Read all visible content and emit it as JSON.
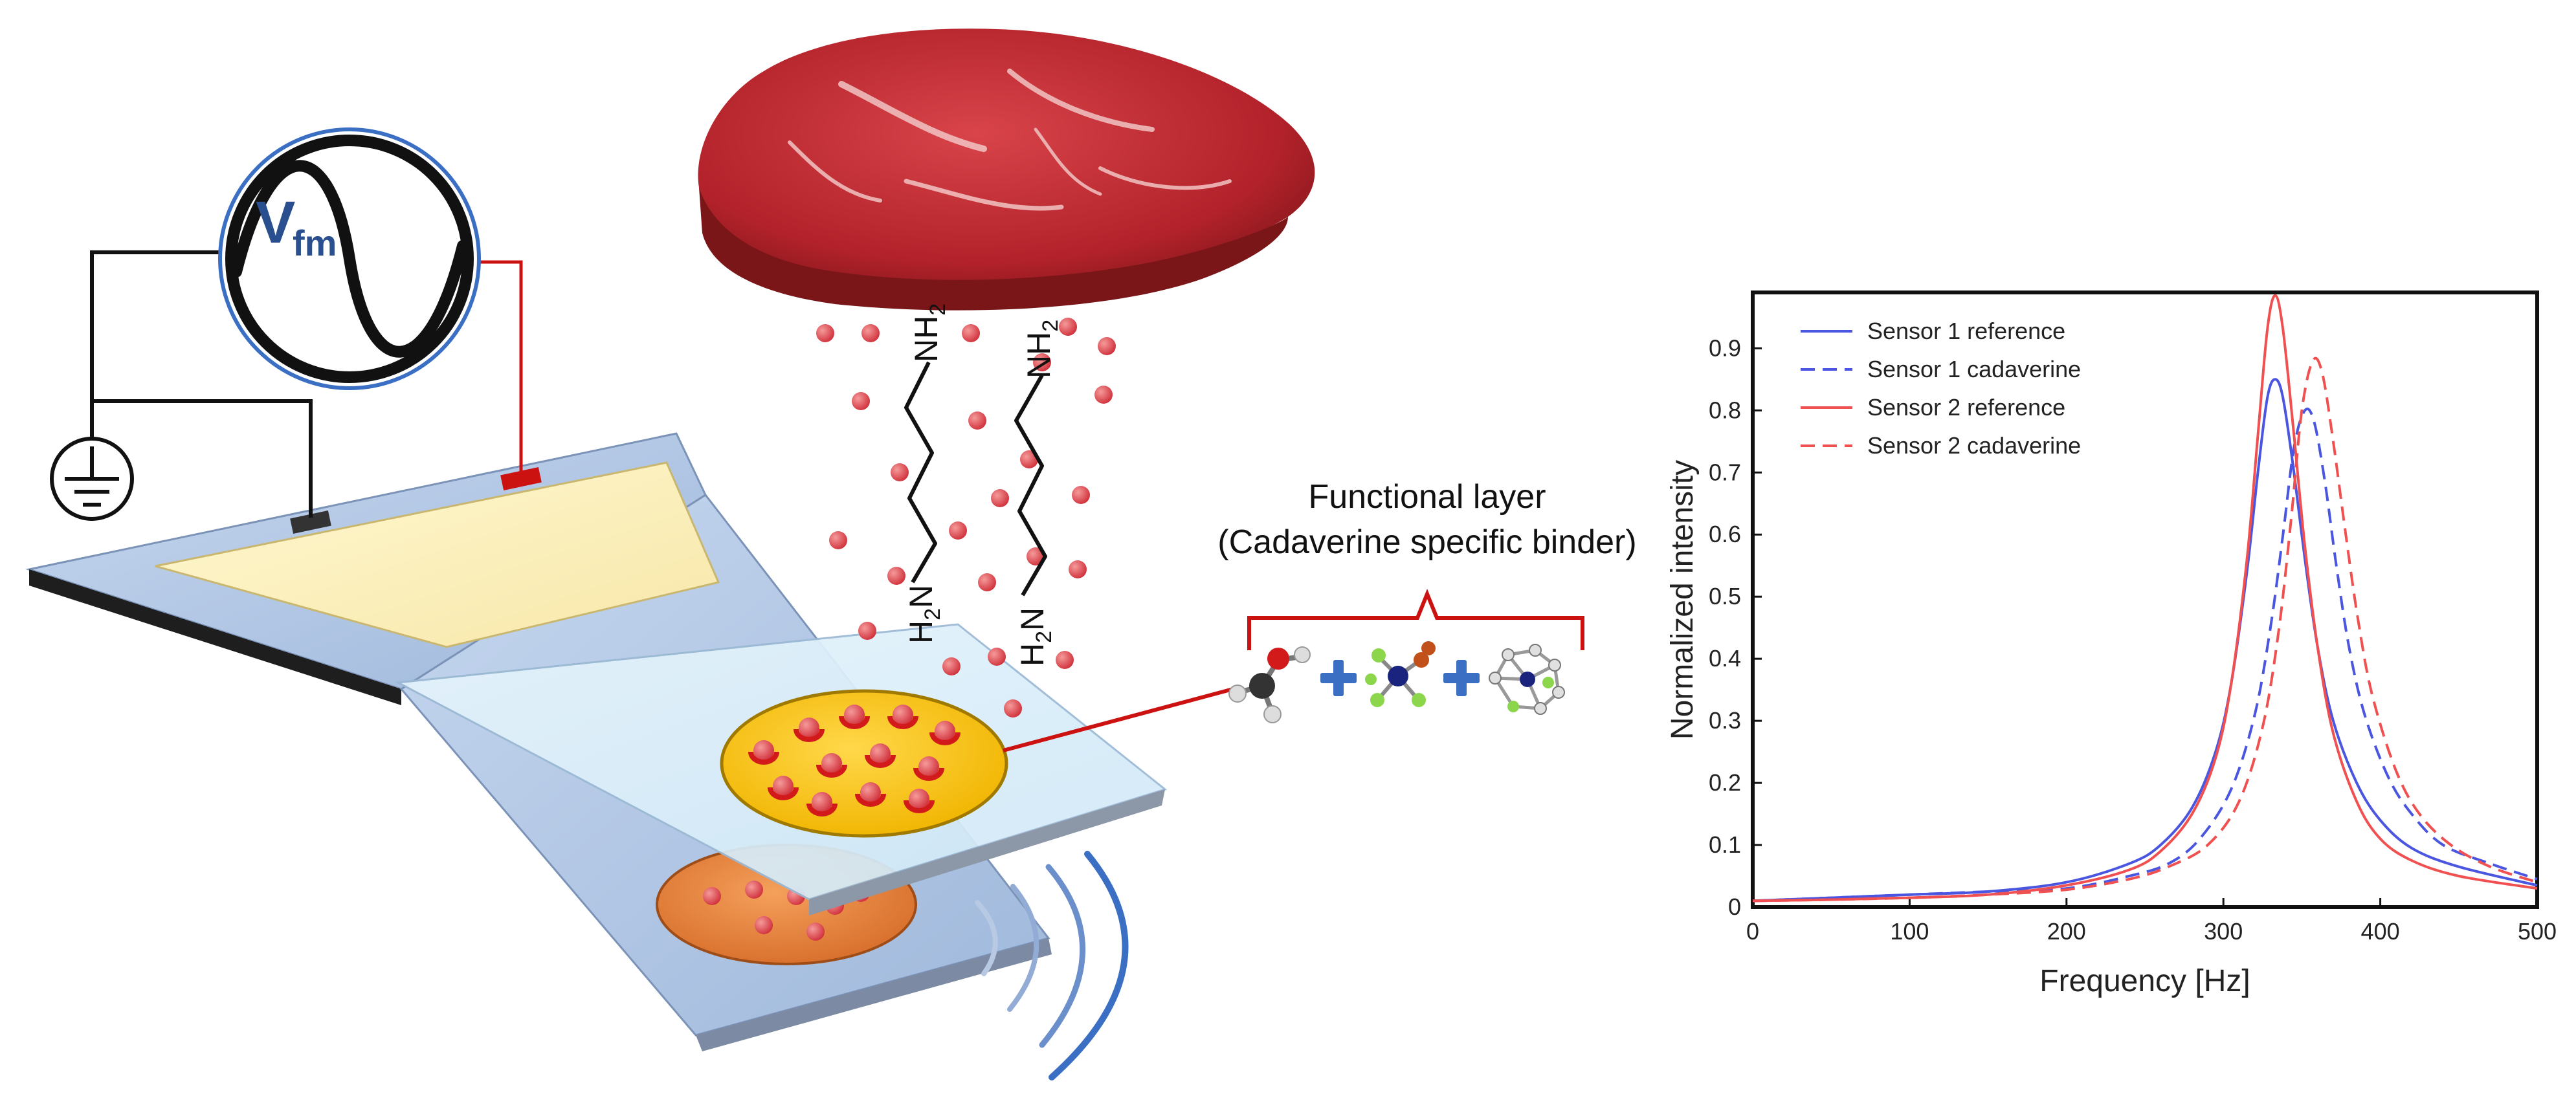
{
  "source": {
    "symbol": "V",
    "subscript": "fm"
  },
  "chemistry": {
    "amine_top_1": "NH",
    "amine_top_1_sub": "2",
    "amine_top_2": "NH",
    "amine_top_2_sub": "2",
    "amine_bottom_1_a": "H",
    "amine_bottom_1_sub": "2",
    "amine_bottom_1_b": "N",
    "amine_bottom_2_a": "H",
    "amine_bottom_2_sub": "2",
    "amine_bottom_2_b": "N"
  },
  "functional_layer": {
    "title": "Functional layer",
    "subtitle": "(Cadaverine specific binder)"
  },
  "colors": {
    "sensor1": "#4a55e0",
    "sensor2": "#f05050",
    "meat": "#b8232a",
    "droplet": "#e0414a",
    "wire_red": "#cc1111",
    "source_ring": "#3b6fc4",
    "plus": "#3b6fc4"
  },
  "chart_data": {
    "type": "line",
    "xlabel": "Frequency [Hz]",
    "ylabel": "Normalized intensity",
    "xlim": [
      0,
      500
    ],
    "ylim": [
      0,
      0.99
    ],
    "xticks": [
      0,
      100,
      200,
      300,
      400,
      500
    ],
    "yticks": [
      0,
      0.1,
      0.2,
      0.3,
      0.4,
      0.5,
      0.6,
      0.7,
      0.8,
      0.9
    ],
    "yticklabels": [
      "0",
      "0.1",
      "0.2",
      "0.3",
      "0.4",
      "0.5",
      "0.6",
      "0.7",
      "0.8",
      "0.9"
    ],
    "grid": false,
    "legend_position": "top-left",
    "series": [
      {
        "name": "Sensor 1 reference",
        "color": "#4a55e0",
        "dash": false,
        "x": [
          0,
          50,
          100,
          150,
          200,
          240,
          260,
          280,
          295,
          305,
          315,
          322,
          328,
          333,
          338,
          345,
          352,
          360,
          370,
          385,
          400,
          420,
          450,
          500
        ],
        "y": [
          0.01,
          0.015,
          0.02,
          0.025,
          0.04,
          0.07,
          0.1,
          0.16,
          0.25,
          0.36,
          0.54,
          0.7,
          0.82,
          0.85,
          0.82,
          0.7,
          0.56,
          0.42,
          0.3,
          0.2,
          0.14,
          0.095,
          0.065,
          0.035
        ]
      },
      {
        "name": "Sensor 1 cadaverine",
        "color": "#4a55e0",
        "dash": true,
        "x": [
          0,
          50,
          100,
          150,
          200,
          240,
          265,
          285,
          305,
          320,
          330,
          338,
          345,
          352,
          358,
          365,
          372,
          380,
          390,
          405,
          420,
          440,
          470,
          500
        ],
        "y": [
          0.01,
          0.015,
          0.02,
          0.025,
          0.03,
          0.05,
          0.07,
          0.11,
          0.19,
          0.31,
          0.45,
          0.6,
          0.74,
          0.8,
          0.78,
          0.68,
          0.55,
          0.42,
          0.31,
          0.21,
          0.15,
          0.1,
          0.07,
          0.045
        ]
      },
      {
        "name": "Sensor 2 reference",
        "color": "#f05050",
        "dash": false,
        "x": [
          0,
          50,
          100,
          150,
          200,
          240,
          260,
          280,
          295,
          305,
          315,
          322,
          328,
          333,
          338,
          345,
          352,
          360,
          370,
          385,
          400,
          420,
          450,
          500
        ],
        "y": [
          0.01,
          0.012,
          0.015,
          0.02,
          0.035,
          0.06,
          0.09,
          0.15,
          0.24,
          0.36,
          0.56,
          0.76,
          0.93,
          0.985,
          0.93,
          0.76,
          0.58,
          0.42,
          0.28,
          0.17,
          0.11,
          0.075,
          0.05,
          0.03
        ]
      },
      {
        "name": "Sensor 2 cadaverine",
        "color": "#f05050",
        "dash": true,
        "x": [
          0,
          50,
          100,
          150,
          200,
          240,
          265,
          290,
          310,
          325,
          335,
          343,
          350,
          357,
          363,
          370,
          378,
          386,
          395,
          410,
          425,
          445,
          470,
          500
        ],
        "y": [
          0.01,
          0.012,
          0.015,
          0.02,
          0.028,
          0.045,
          0.065,
          0.1,
          0.17,
          0.29,
          0.44,
          0.62,
          0.8,
          0.88,
          0.86,
          0.75,
          0.6,
          0.46,
          0.34,
          0.22,
          0.15,
          0.1,
          0.065,
          0.04
        ]
      }
    ]
  }
}
